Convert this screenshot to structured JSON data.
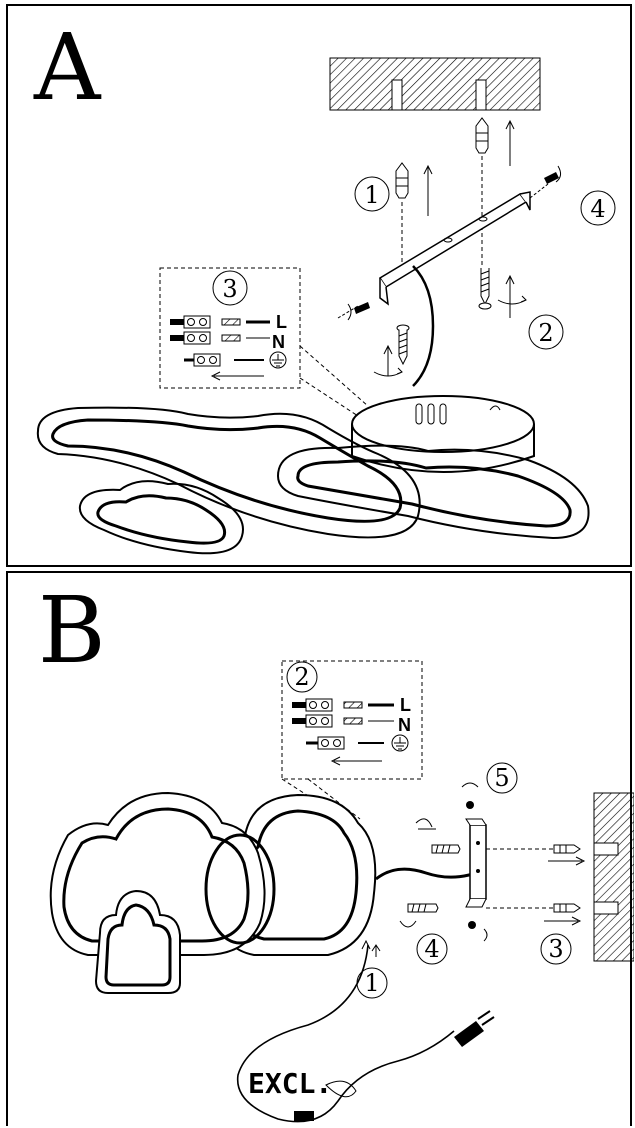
{
  "panel_a": {
    "letter": "A",
    "step_1": "1",
    "step_2": "2",
    "step_3": "3",
    "step_4": "4",
    "wire_l": "L",
    "wire_n": "N"
  },
  "panel_b": {
    "letter": "B",
    "step_1": "1",
    "step_2": "2",
    "step_3": "3",
    "step_4": "4",
    "step_5": "5",
    "wire_l": "L",
    "wire_n": "N",
    "excl_label": "EXCL."
  }
}
